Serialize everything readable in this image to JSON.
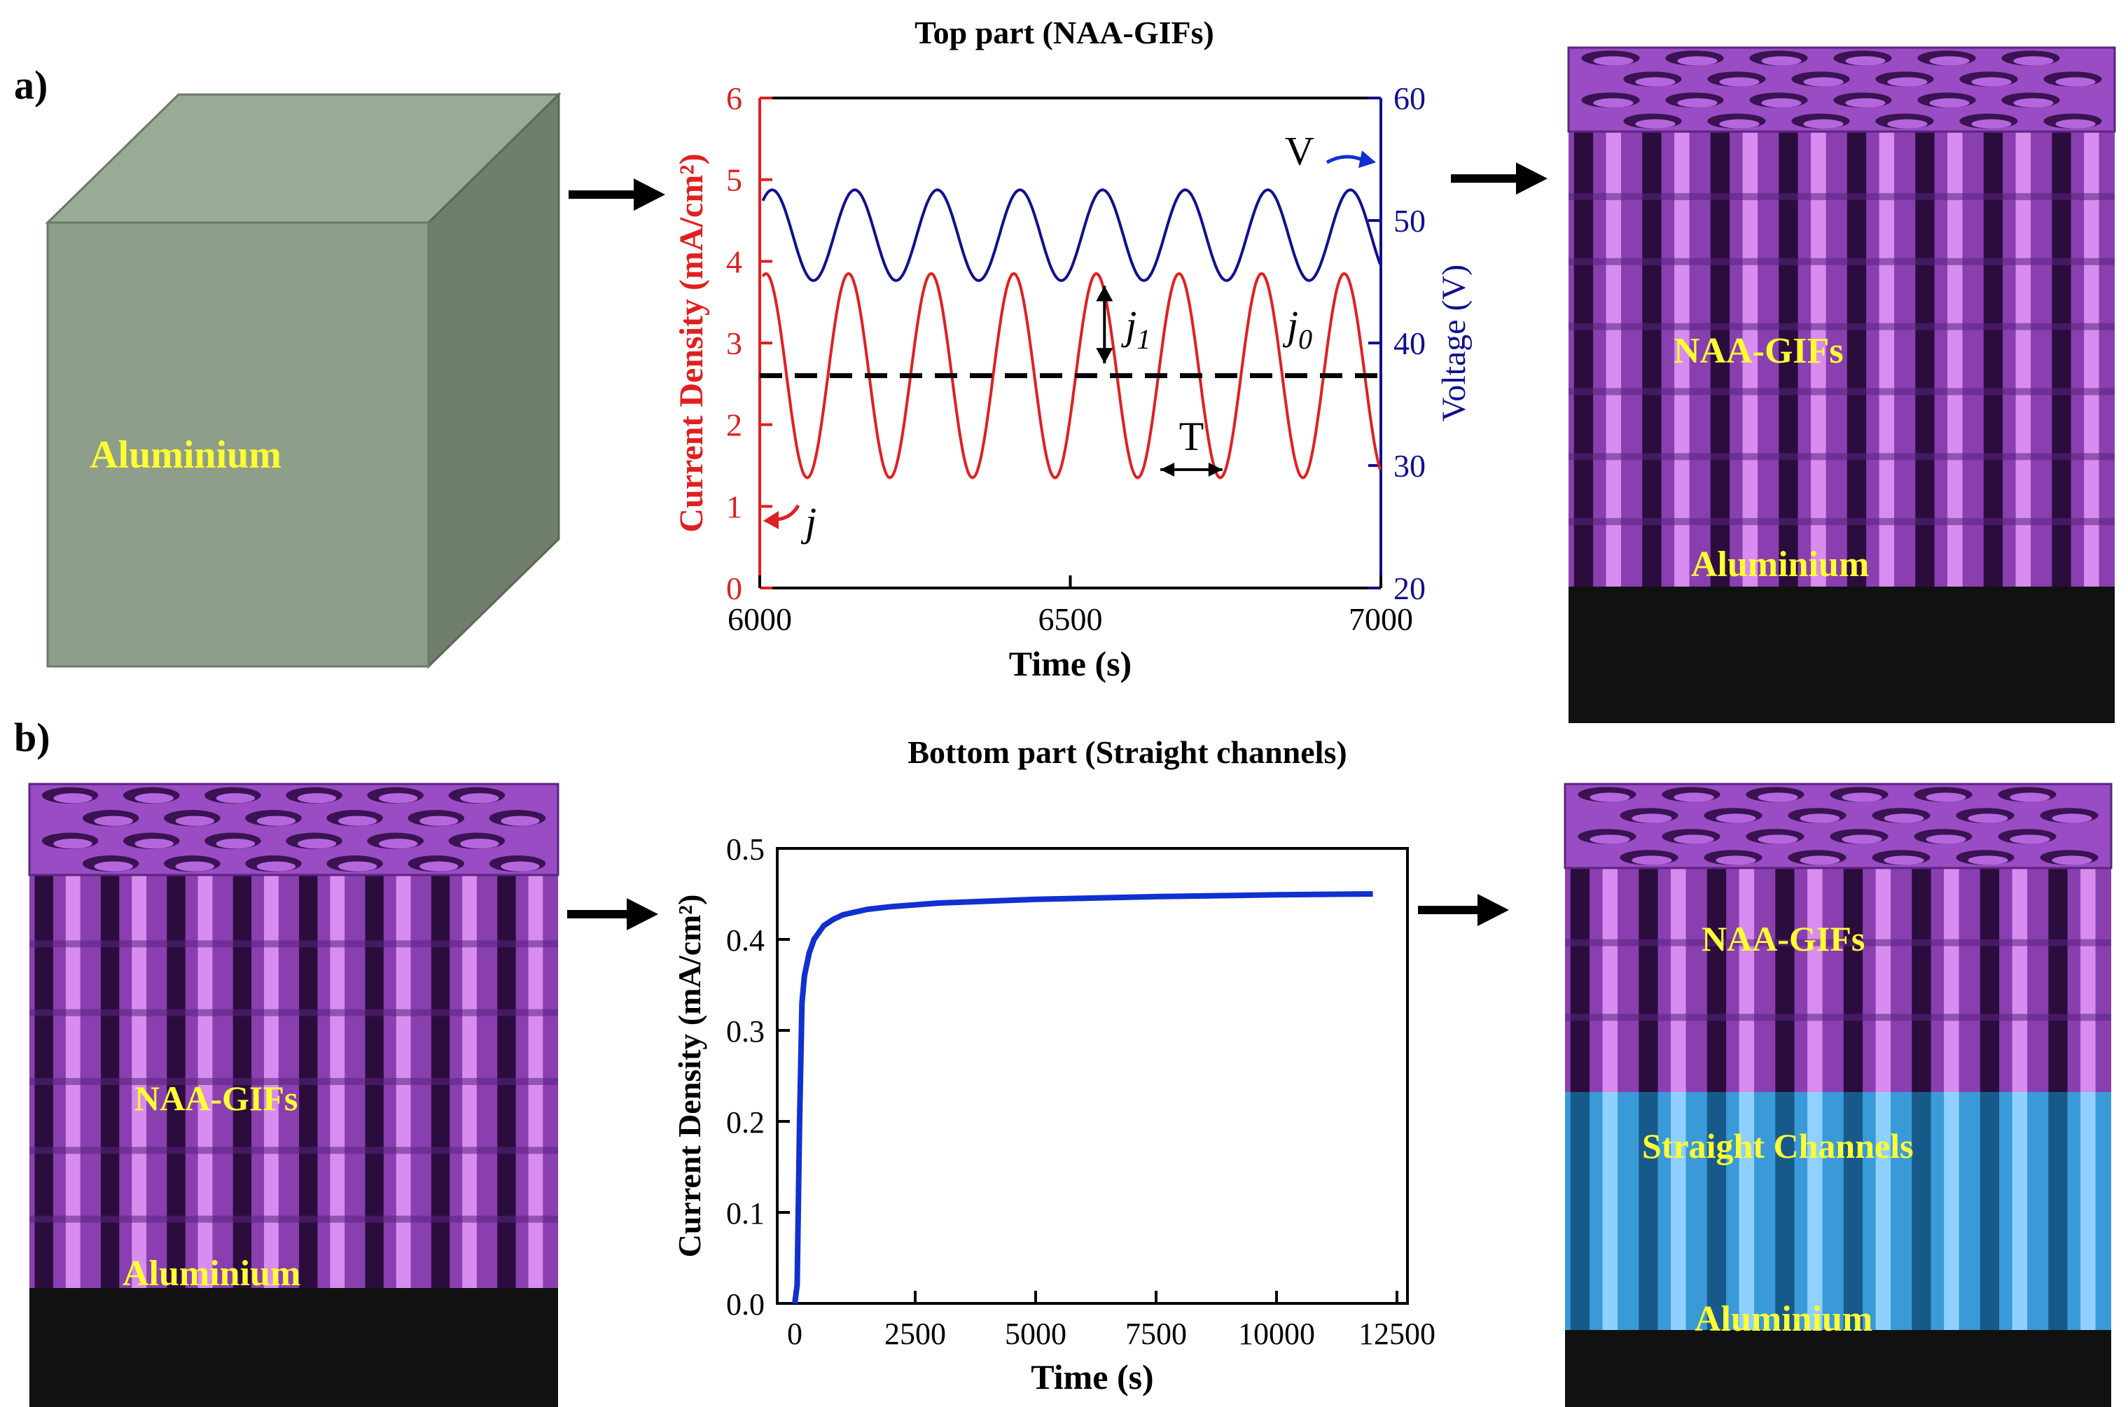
{
  "panel_a": {
    "label": "a)",
    "title": "Top part (NAA-GIFs)",
    "block_left_label": "Aluminium",
    "block_right_labels": [
      "NAA-GIFs",
      "Aluminium"
    ]
  },
  "panel_b": {
    "label": "b)",
    "title": "Bottom part (Straight channels)",
    "block_left_labels": [
      "NAA-GIFs",
      "Aluminium"
    ],
    "block_right_labels": [
      "NAA-GIFs",
      "Straight Channels",
      "Aluminium"
    ]
  },
  "colors": {
    "aluminium_face": "#8c9c88",
    "porous_purple": "#8a3fb0",
    "pore_highlight": "#d98cf0",
    "substrate": "#111111",
    "channels_blue": "#3a9ad8",
    "label_yellow": "#ffff33",
    "current_red": "#e02020",
    "voltage_blue": "#101090",
    "curve_b_blue": "#1030d0"
  },
  "chart_data": [
    {
      "type": "line",
      "title": "Top part (NAA-GIFs)",
      "xlabel": "Time (s)",
      "ylabel_left": "Current Density (mA/cm²)",
      "ylabel_right": "Voltage (V)",
      "xlim": [
        6000,
        7000
      ],
      "ylim_left": [
        0,
        6
      ],
      "ylim_right": [
        20,
        60
      ],
      "x_ticks": [
        "6000",
        "6500",
        "7000"
      ],
      "y_ticks_left": [
        "0",
        "1",
        "2",
        "3",
        "4",
        "5",
        "6"
      ],
      "y_ticks_right": [
        "20",
        "30",
        "40",
        "50",
        "60"
      ],
      "series": [
        {
          "name": "j",
          "axis": "left",
          "form": "sinusoid",
          "mean": 2.6,
          "amplitude": 1.25,
          "period_s": 133,
          "start_phase": "max near 6010 s"
        },
        {
          "name": "V",
          "axis": "right",
          "form": "sinusoid",
          "mean": 48.8,
          "amplitude": 3.7,
          "period_s": 133,
          "start_phase": "max near 6020 s"
        },
        {
          "name": "j0",
          "axis": "left",
          "form": "constant",
          "value": 2.6,
          "style": "dashed"
        }
      ],
      "annotations": [
        {
          "text": "V",
          "note": "arrow toward right axis"
        },
        {
          "text": "j",
          "note": "arrow toward left axis"
        },
        {
          "text": "j1",
          "note": "double arrow amplitude"
        },
        {
          "text": "j0",
          "note": "dashed mean line"
        },
        {
          "text": "T",
          "note": "double arrow period"
        }
      ]
    },
    {
      "type": "line",
      "title": "Bottom part (Straight channels)",
      "xlabel": "Time (s)",
      "ylabel": "Current Density (mA/cm²)",
      "xlim": [
        0,
        12500
      ],
      "ylim": [
        0,
        0.5
      ],
      "x_ticks": [
        "0",
        "2500",
        "5000",
        "7500",
        "10000",
        "12500"
      ],
      "y_ticks": [
        "0.0",
        "0.1",
        "0.2",
        "0.3",
        "0.4",
        "0.5"
      ],
      "series": [
        {
          "name": "",
          "x": [
            0,
            50,
            100,
            150,
            200,
            300,
            400,
            600,
            800,
            1000,
            1500,
            2000,
            3000,
            5000,
            7500,
            10000,
            12000
          ],
          "y": [
            0.0,
            0.02,
            0.2,
            0.33,
            0.36,
            0.385,
            0.4,
            0.415,
            0.422,
            0.427,
            0.433,
            0.436,
            0.44,
            0.444,
            0.447,
            0.449,
            0.45
          ]
        }
      ]
    }
  ]
}
